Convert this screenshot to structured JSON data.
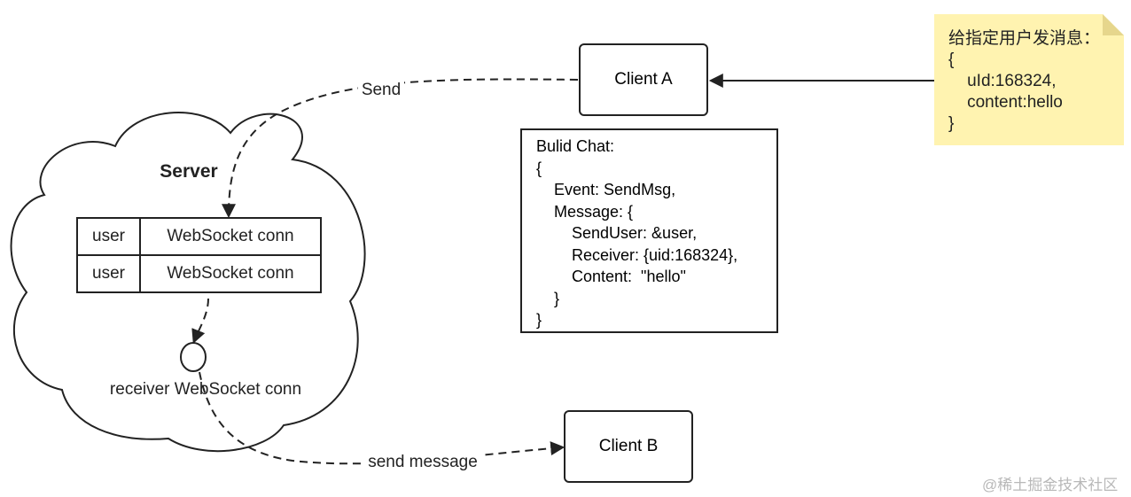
{
  "server": {
    "title": "Server",
    "rows": [
      {
        "user": "user",
        "conn": "WebSocket conn"
      },
      {
        "user": "user",
        "conn": "WebSocket conn"
      }
    ],
    "receiver_label": "receiver WebSocket conn"
  },
  "client_a": {
    "label": "Client A"
  },
  "client_b": {
    "label": "Client B"
  },
  "edges": {
    "send_label": "Send",
    "send_message_label": "send message"
  },
  "chat_box": {
    "lines": [
      "Bulid Chat:",
      "{",
      "    Event: SendMsg,",
      "    Message: {",
      "        SendUser: &user,",
      "        Receiver: {uid:168324},",
      "        Content:  \"hello\"",
      "    }",
      "}"
    ]
  },
  "note": {
    "lines": [
      "给指定用户发消息：",
      "{",
      "    uId:168324,",
      "    content:hello",
      "}"
    ]
  },
  "watermark": "@稀土掘金技术社区"
}
